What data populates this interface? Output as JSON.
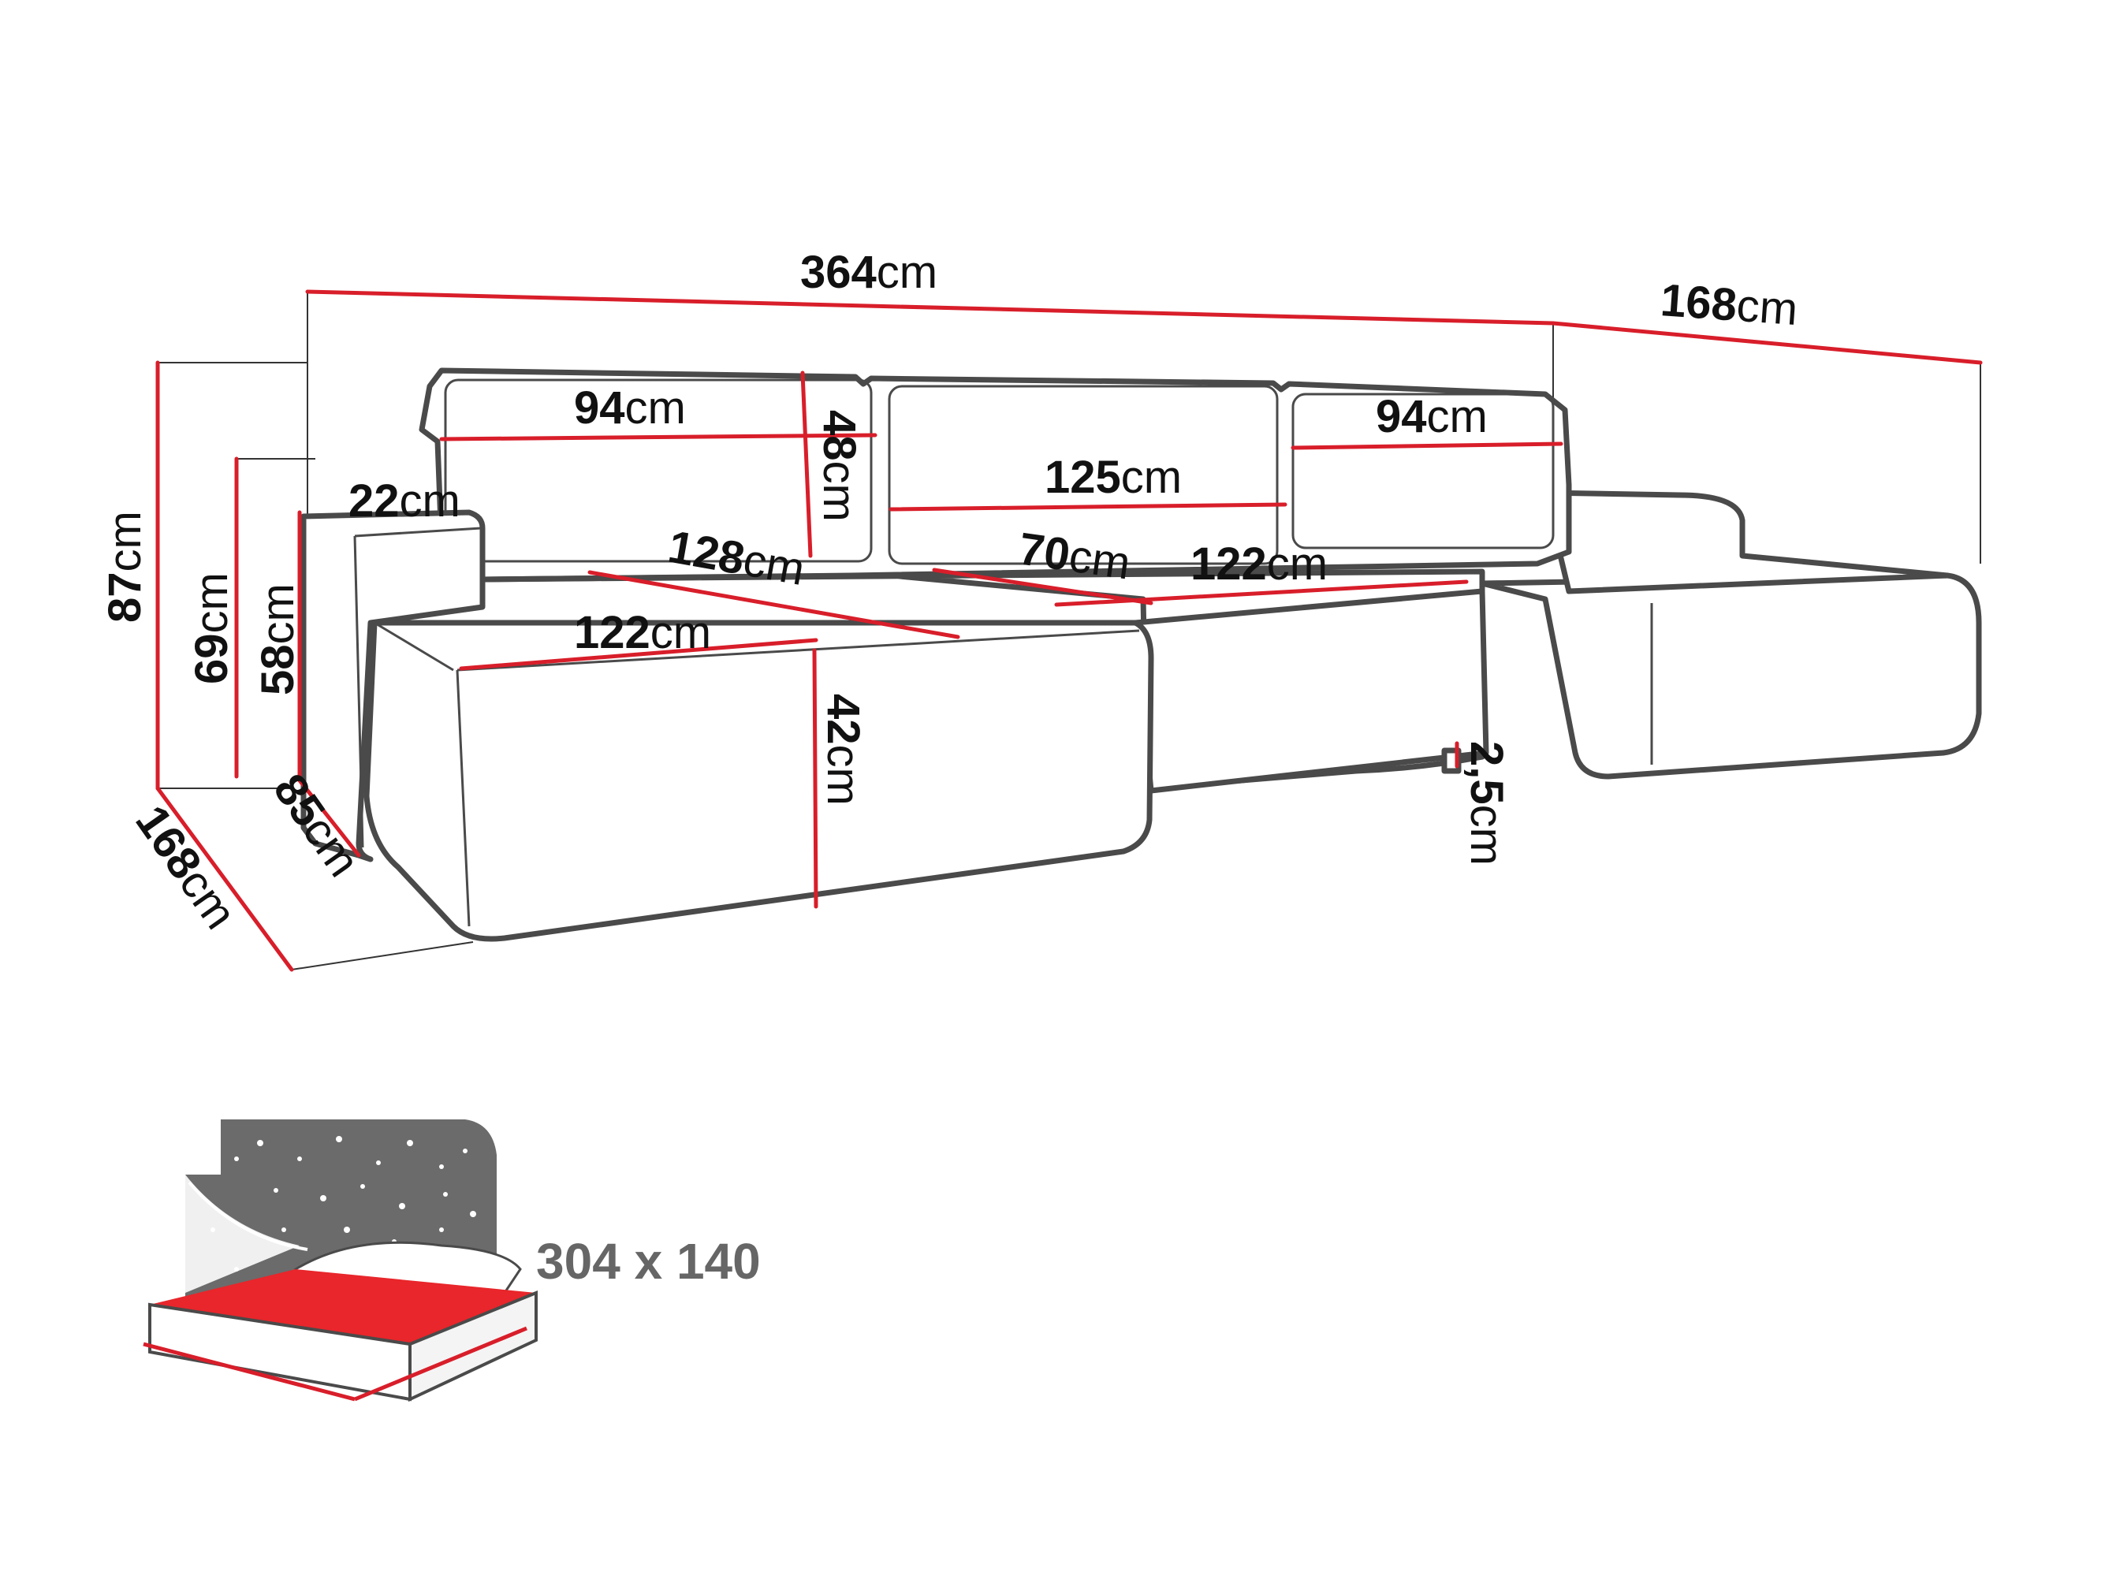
{
  "dimensions": {
    "total_width": {
      "num": "364",
      "unit": "cm"
    },
    "right_depth": {
      "num": "168",
      "unit": "cm"
    },
    "left_depth": {
      "num": "168",
      "unit": "cm"
    },
    "height_total": {
      "num": "87",
      "unit": "cm"
    },
    "height_back": {
      "num": "69",
      "unit": "cm"
    },
    "height_armrest": {
      "num": "58",
      "unit": "cm"
    },
    "armrest_width": {
      "num": "22",
      "unit": "cm"
    },
    "cushion_left_width": {
      "num": "94",
      "unit": "cm"
    },
    "cushion_center_width": {
      "num": "125",
      "unit": "cm"
    },
    "cushion_right_width": {
      "num": "94",
      "unit": "cm"
    },
    "cushion_height": {
      "num": "48",
      "unit": "cm"
    },
    "chaise_left_length": {
      "num": "128",
      "unit": "cm"
    },
    "chaise_left_width": {
      "num": "122",
      "unit": "cm"
    },
    "seat_depth": {
      "num": "70",
      "unit": "cm"
    },
    "chaise_right_width": {
      "num": "122",
      "unit": "cm"
    },
    "seat_height": {
      "num": "42",
      "unit": "cm"
    },
    "leg_height": {
      "num": "2,5",
      "unit": "cm"
    },
    "left_module_depth": {
      "num": "85",
      "unit": "cm"
    }
  },
  "bed": {
    "label": "304 x 140",
    "icon": "bed-night-icon",
    "colors": {
      "mattress": "#e8262b",
      "night": "#6b6b6b"
    }
  },
  "colors": {
    "measure_line": "#d81e2a",
    "outline": "#4a4a4a"
  }
}
